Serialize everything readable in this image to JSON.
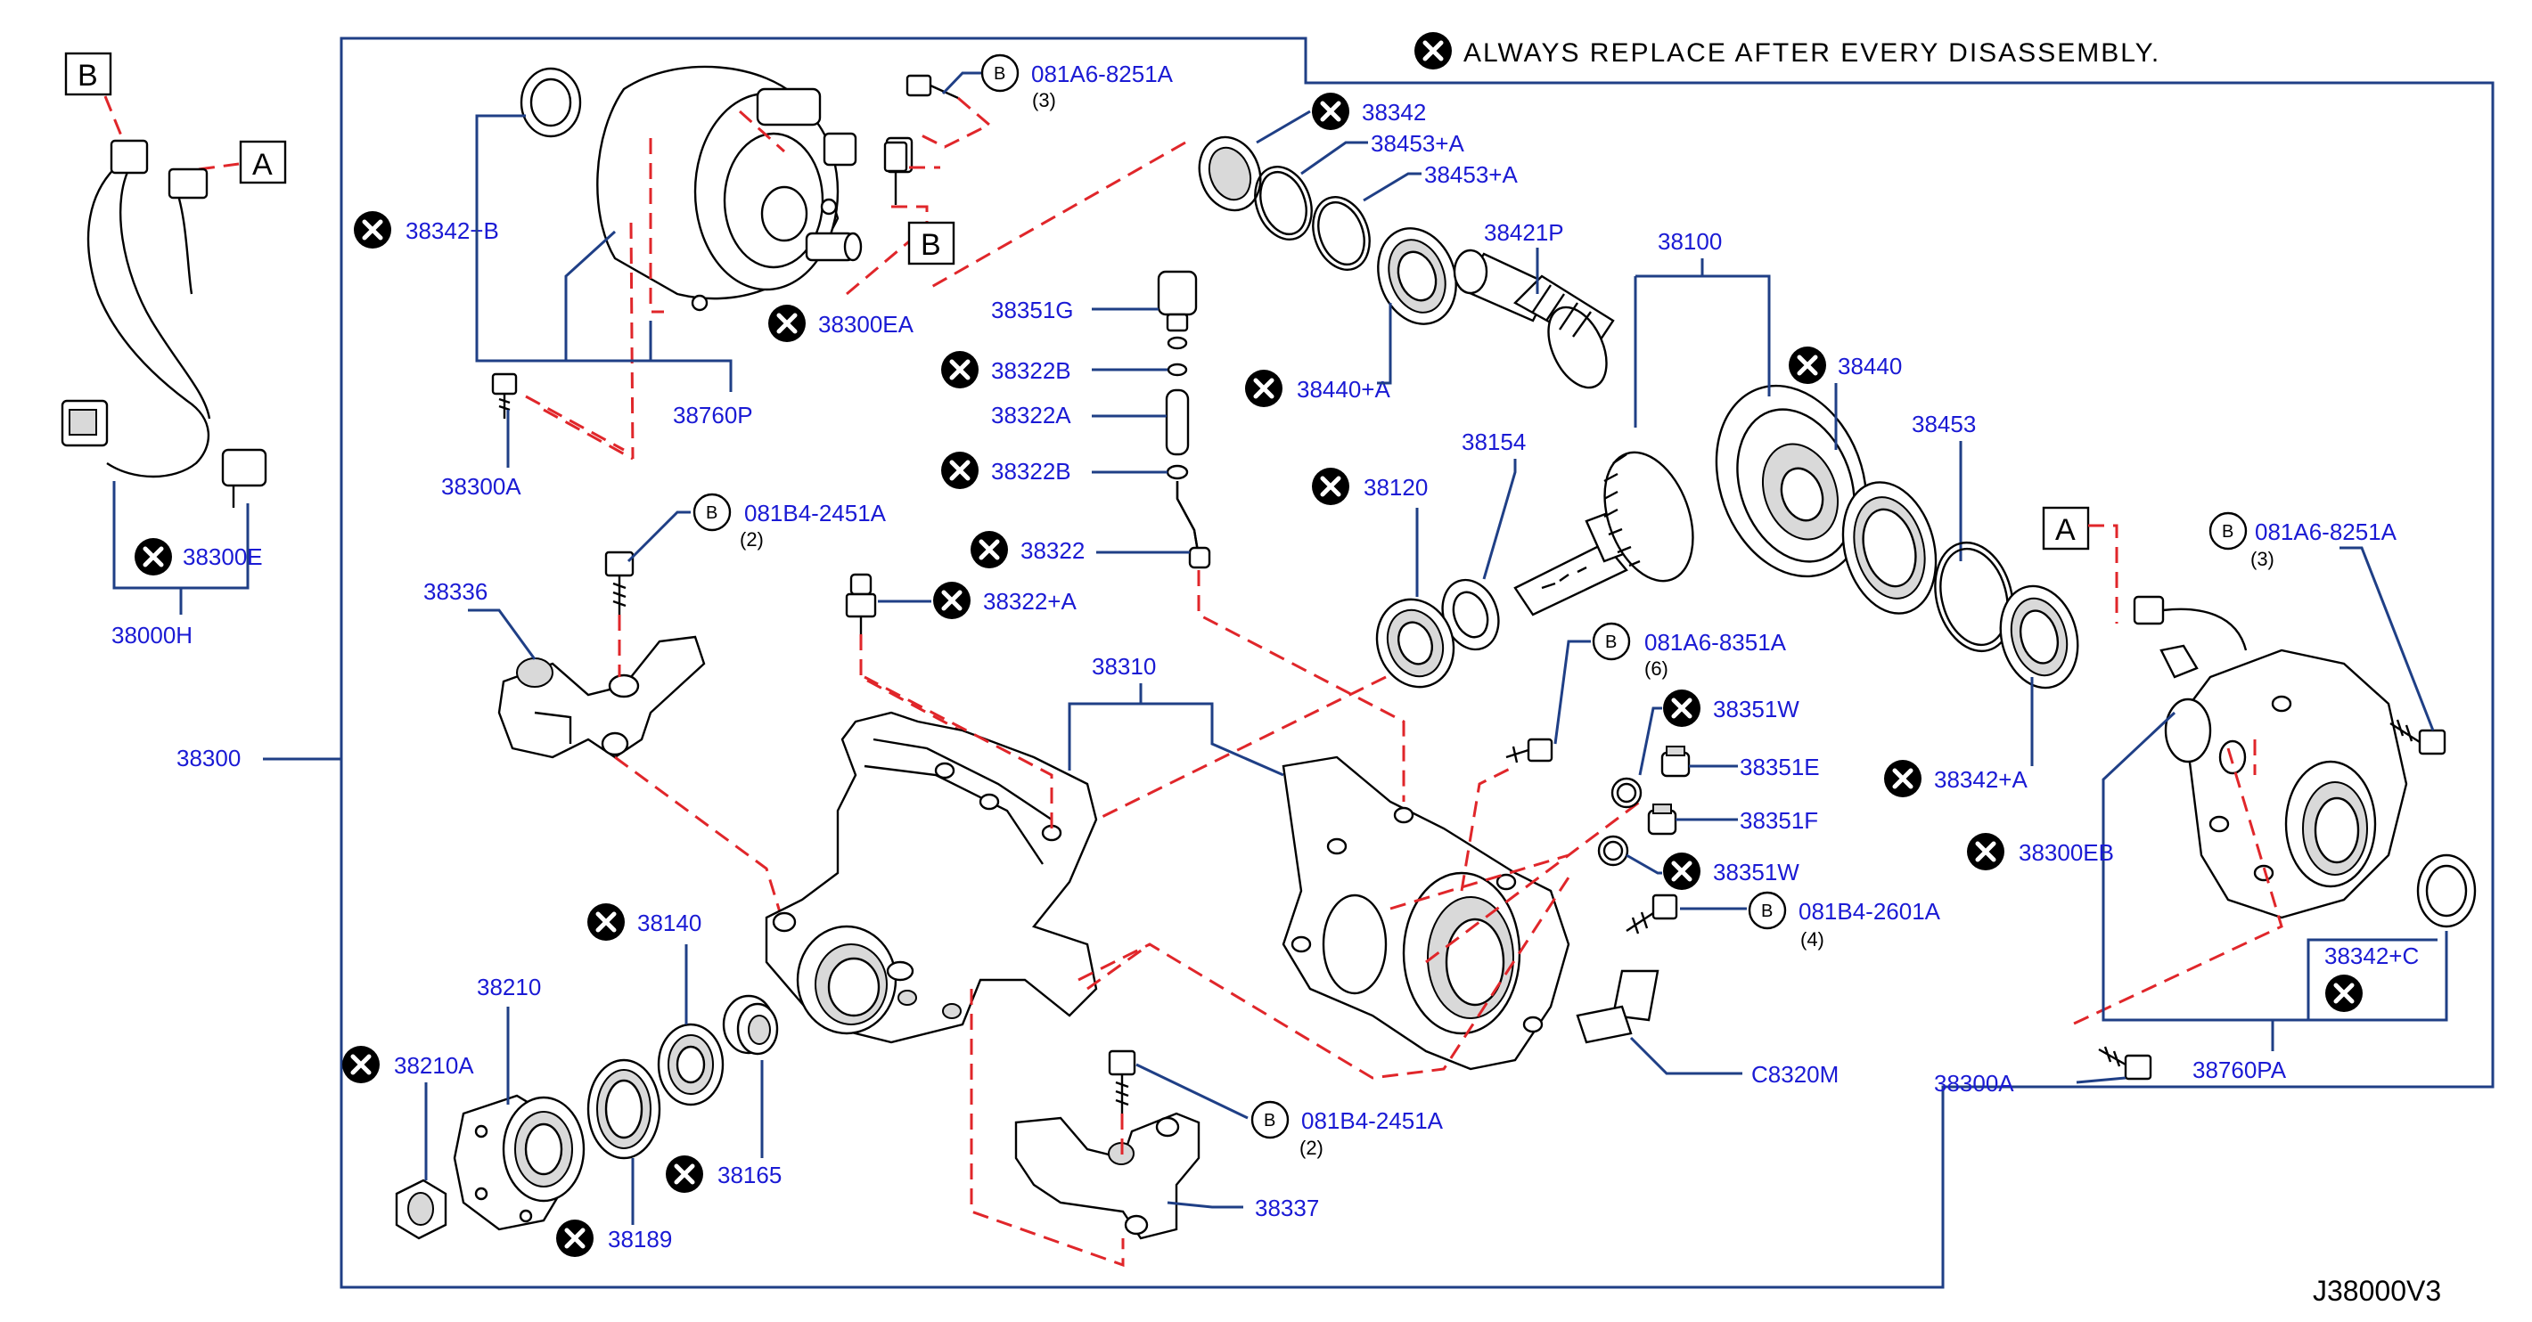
{
  "note": "ALWAYS   REPLACE   AFTER   EVERY   DISASSEMBLY.",
  "diagram_code": "J38000V3",
  "box_labels": {
    "a": "A",
    "b": "B"
  },
  "bolt_marker": "B",
  "parts": {
    "p38000H": "38000H",
    "p38300E": "38300E",
    "p38300": "38300",
    "p38342B": "38342+B",
    "p38300EA": "38300EA",
    "p38760P": "38760P",
    "p38300A_1": "38300A",
    "p081A6_8251A_1": "081A6-8251A",
    "q081A6_8251A_1": "(3)",
    "p38342": "38342",
    "p38453A_1": "38453+A",
    "p38453A_2": "38453+A",
    "p38421P": "38421P",
    "p38351G": "38351G",
    "p38322B_1": "38322B",
    "p38322A": "38322A",
    "p38322B_2": "38322B",
    "p38322": "38322",
    "p38322plusA": "38322+A",
    "p38440plusA": "38440+A",
    "p38100": "38100",
    "p38440": "38440",
    "p38154": "38154",
    "p38120": "38120",
    "p38453": "38453",
    "p081B4_2451A_1": "081B4-2451A",
    "q081B4_2451A_1": "(2)",
    "p38336": "38336",
    "p38310": "38310",
    "p081A6_8351A": "081A6-8351A",
    "q081A6_8351A": "(6)",
    "p38351W_1": "38351W",
    "p38351E": "38351E",
    "p38351F": "38351F",
    "p38351W_2": "38351W",
    "p081B4_2601A": "081B4-2601A",
    "q081B4_2601A": "(4)",
    "p38342A": "38342+A",
    "p38300EB": "38300EB",
    "p081A6_8251A_2": "081A6-8251A",
    "q081A6_8251A_2": "(3)",
    "p38342C": "38342+C",
    "p38760PA": "38760PA",
    "p38300A_2": "38300A",
    "pC8320M": "C8320M",
    "p38140": "38140",
    "p38210": "38210",
    "p38210A": "38210A",
    "p38189": "38189",
    "p38165": "38165",
    "p081B4_2451A_2": "081B4-2451A",
    "q081B4_2451A_2": "(2)",
    "p38337": "38337"
  },
  "icons": {
    "replace_marker": "x-circle-icon",
    "bolt_marker": "circled-b-icon"
  },
  "colors": {
    "part_number": "#1a1ad4",
    "leader_line": "#1f3f86",
    "dashed_assembly_line": "#e0262a",
    "replace_marker": "#000000"
  }
}
